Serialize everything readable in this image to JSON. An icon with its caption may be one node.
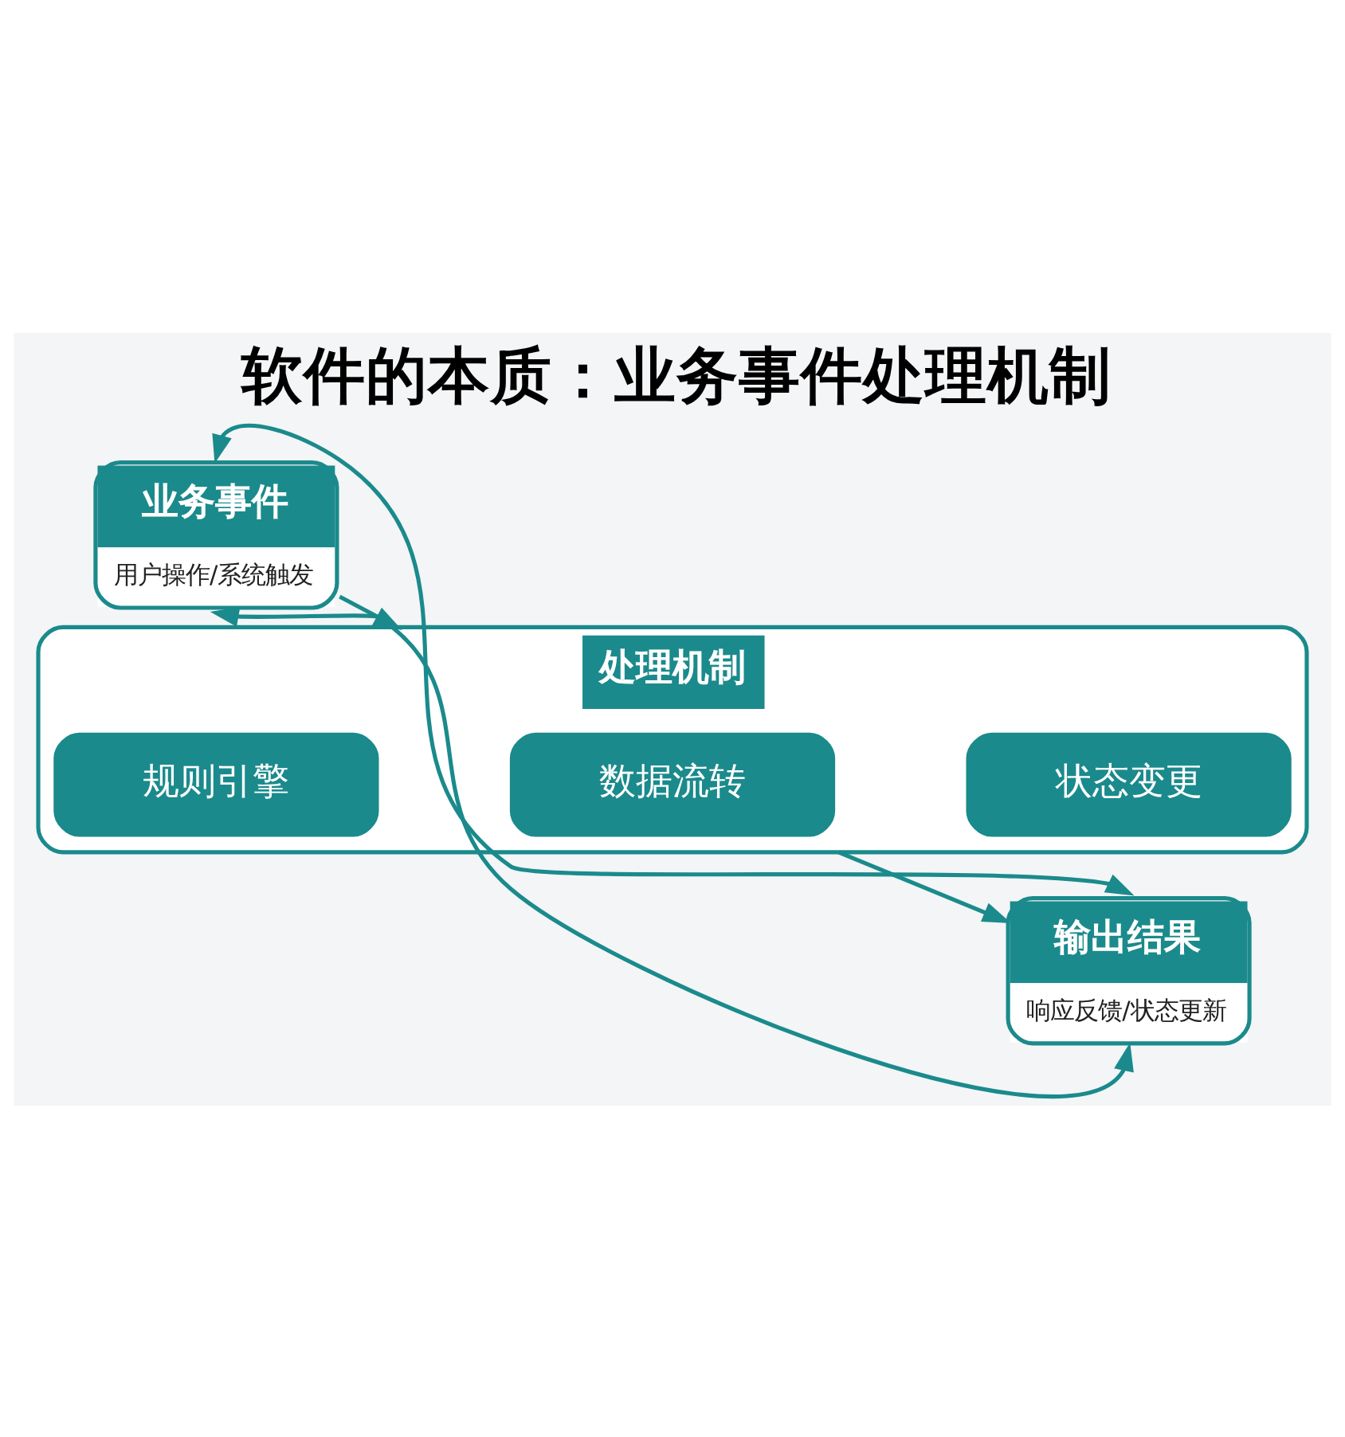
{
  "diagram": {
    "title": "软件的本质：业务事件处理机制",
    "nodes": [
      {
        "text": [
          "业务事件",
          "用户操作/系统触发"
        ]
      },
      {
        "text": [
          "处理机制"
        ]
      },
      {
        "text": [
          "规则引擎"
        ],
        "in": 1
      },
      {
        "text": [
          "数据流转"
        ],
        "in": 1
      },
      {
        "text": [
          "状态变更"
        ],
        "in": 1
      },
      {
        "text": [
          "输出结果",
          "响应反馈/状态更新"
        ]
      }
    ],
    "edges": [
      {
        "from": 0,
        "to": 1,
        "arrow": "to"
      },
      {
        "from": 1,
        "to": 5,
        "arrow": "to"
      },
      {
        "from": 0,
        "to": 5,
        "arrow": "both"
      },
      {
        "from": 5,
        "to": 0,
        "arrow": "both"
      }
    ]
  }
}
